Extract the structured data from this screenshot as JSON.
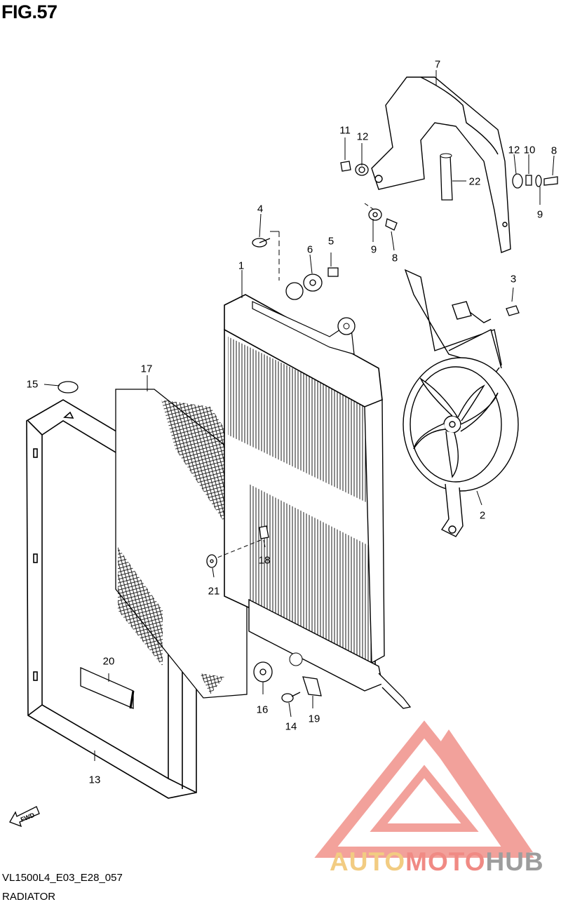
{
  "figure": {
    "title": "FIG.57",
    "code": "VL1500L4_E03_E28_057",
    "name": "RADIATOR"
  },
  "callouts": {
    "c1": "1",
    "c2": "2",
    "c3": "3",
    "c4": "4",
    "c5": "5",
    "c6": "6",
    "c7": "7",
    "c8a": "8",
    "c8b": "8",
    "c9a": "9",
    "c9b": "9",
    "c10": "10",
    "c11": "11",
    "c12a": "12",
    "c12b": "12",
    "c13": "13",
    "c14": "14",
    "c15": "15",
    "c16": "16",
    "c17": "17",
    "c18": "18",
    "c19": "19",
    "c20": "20",
    "c21": "21",
    "c22": "22"
  },
  "fwd_label": "FWD",
  "watermark": {
    "part1": "AUTO",
    "part2": "MOTO",
    "part3": "HUB",
    "colors": {
      "auto": "#f2cc82",
      "moto": "#f08a84",
      "hub": "#9d9d9d",
      "logo": "#f08a84"
    }
  }
}
